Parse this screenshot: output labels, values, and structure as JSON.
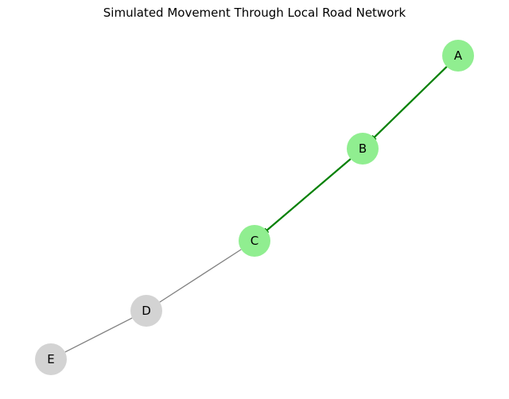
{
  "title": "Simulated Movement Through Local Road Network",
  "colors": {
    "visited_node": "#90ee90",
    "unvisited_node": "#d3d3d3",
    "path_edge": "#008000",
    "other_edge": "#808080"
  },
  "nodes": [
    {
      "label": "A",
      "visited": true
    },
    {
      "label": "B",
      "visited": true
    },
    {
      "label": "C",
      "visited": true
    },
    {
      "label": "D",
      "visited": false
    },
    {
      "label": "E",
      "visited": false
    }
  ],
  "edges": [
    {
      "from": "A",
      "to": "B",
      "on_path": true,
      "arrow": true
    },
    {
      "from": "B",
      "to": "C",
      "on_path": true,
      "arrow": true
    },
    {
      "from": "C",
      "to": "D",
      "on_path": false,
      "arrow": false
    },
    {
      "from": "D",
      "to": "E",
      "on_path": false,
      "arrow": false
    }
  ]
}
